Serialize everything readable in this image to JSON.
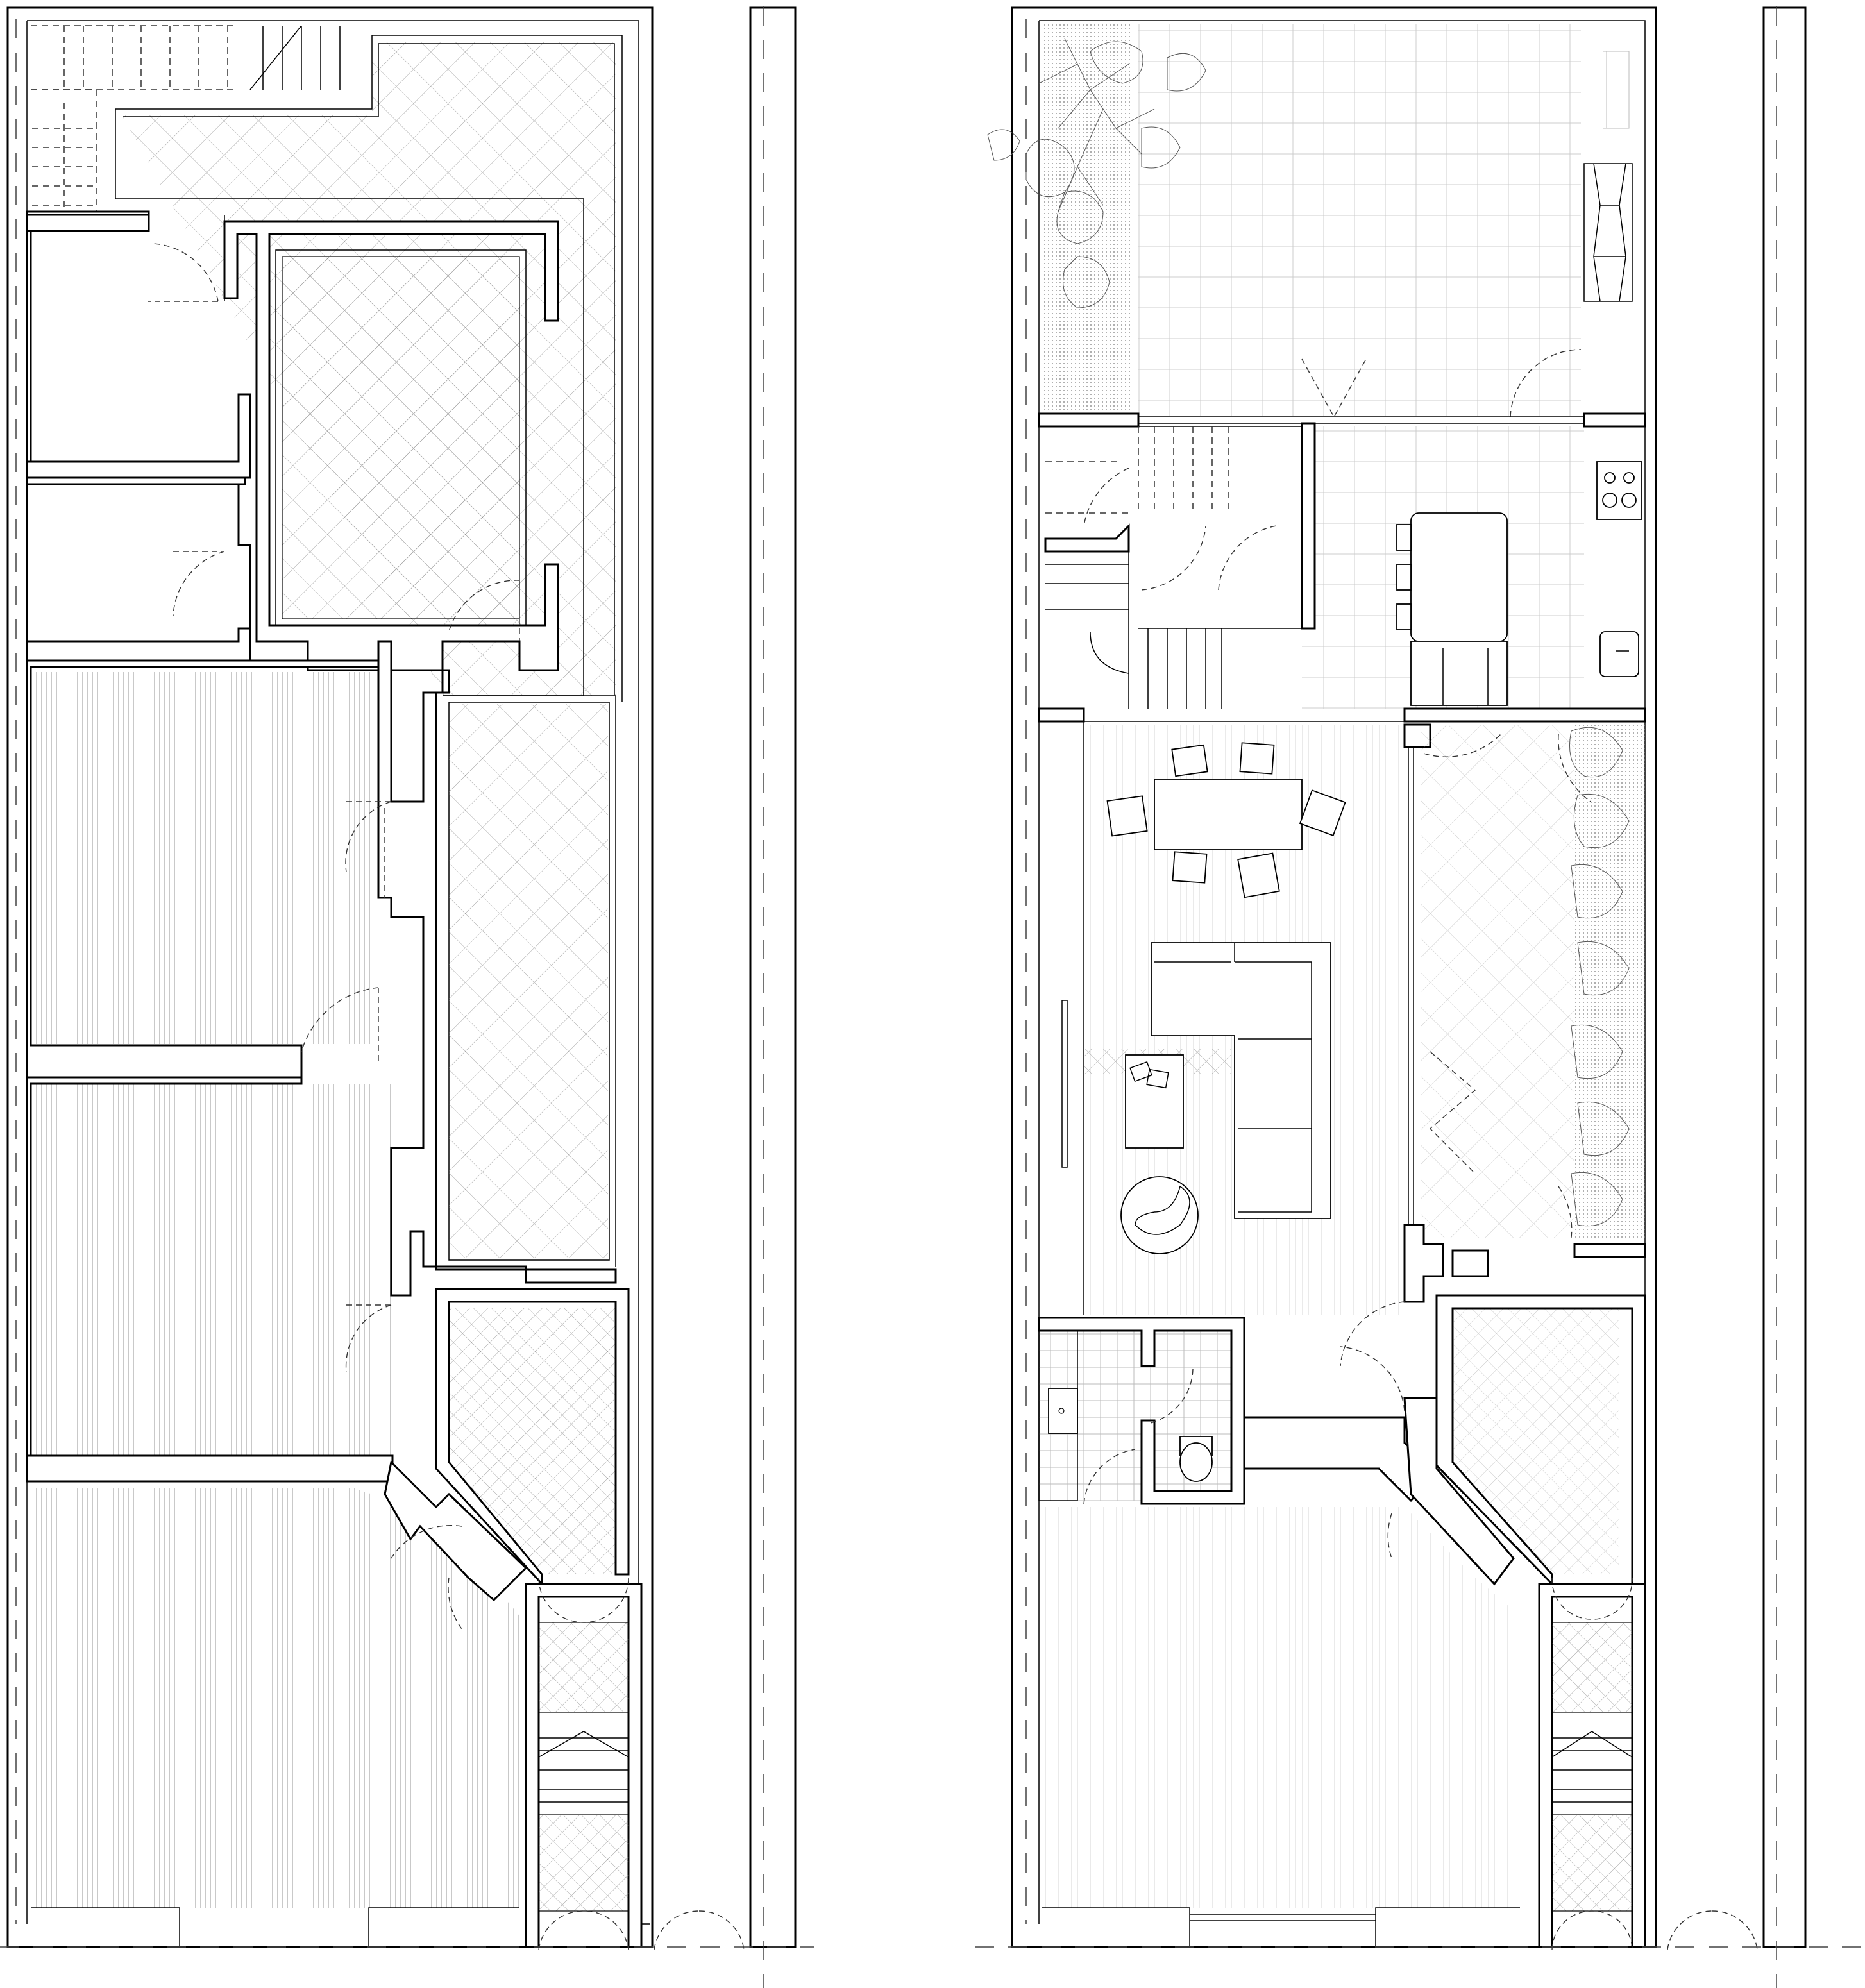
{
  "drawing": {
    "kind": "architectural floor plan",
    "views": [
      {
        "id": "existing",
        "note": ""
      },
      {
        "id": "proposed",
        "note": ""
      }
    ]
  },
  "colors": {
    "line": "#000000",
    "grey_line": "#bbbbbb",
    "hatch": "#888888",
    "background": "#ffffff"
  }
}
